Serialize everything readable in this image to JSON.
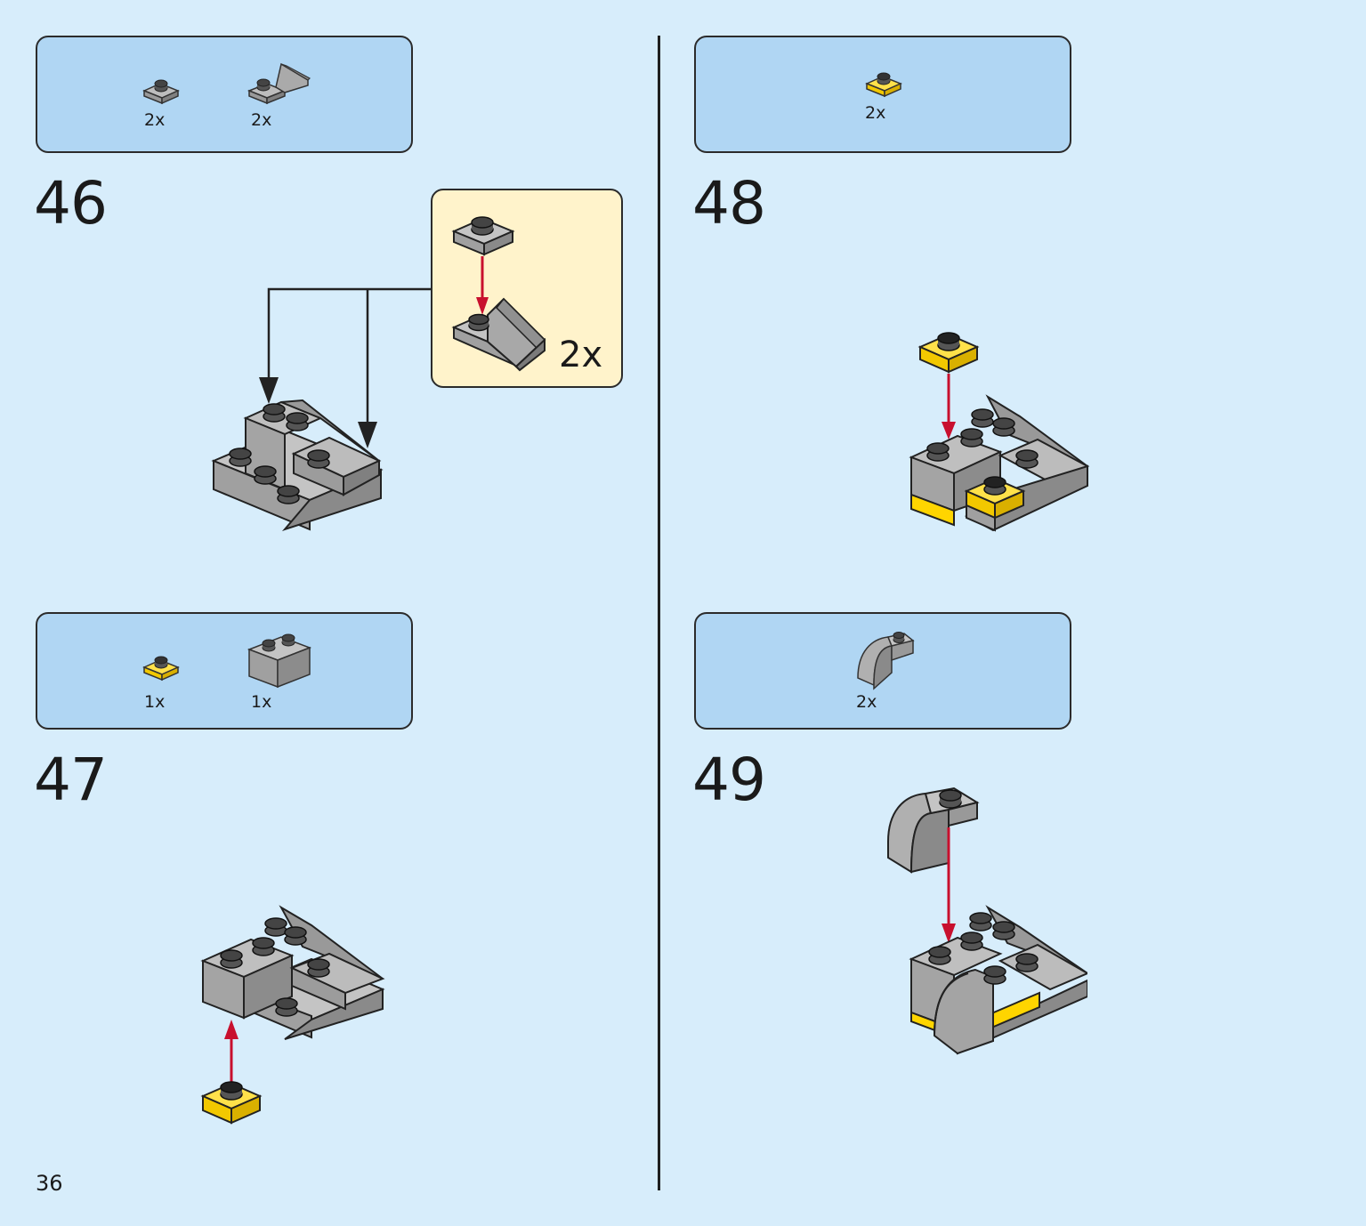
{
  "page": {
    "number": "36"
  },
  "steps": [
    {
      "number": "46",
      "parts": [
        {
          "qty": "2x",
          "icon": "grey-plate-1x1-icon"
        },
        {
          "qty": "2x",
          "icon": "grey-slope-bracket-icon"
        }
      ],
      "callout_qty": "2x"
    },
    {
      "number": "47",
      "parts": [
        {
          "qty": "1x",
          "icon": "yellow-plate-1x1-icon"
        },
        {
          "qty": "1x",
          "icon": "grey-brick-1x2-icon"
        }
      ]
    },
    {
      "number": "48",
      "parts": [
        {
          "qty": "2x",
          "icon": "yellow-plate-1x1-icon"
        }
      ]
    },
    {
      "number": "49",
      "parts": [
        {
          "qty": "2x",
          "icon": "grey-curved-slope-icon"
        }
      ]
    }
  ],
  "colors": {
    "background": "#d7edfb",
    "parts_box": "#b0d6f3",
    "callout": "#fff3cb",
    "grey_brick": "#a5a5a5",
    "yellow_brick": "#ffd500",
    "arrow_red": "#c8102e"
  }
}
